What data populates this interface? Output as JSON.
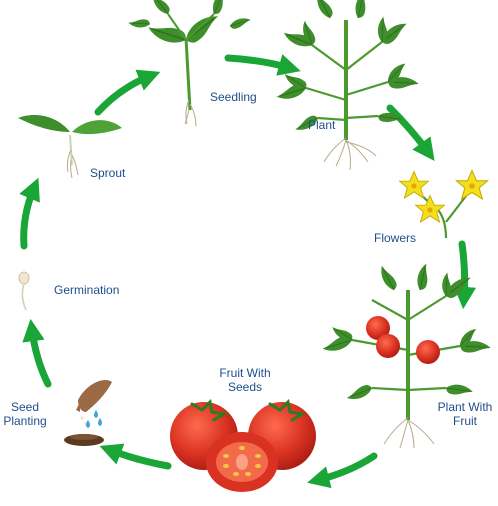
{
  "stages": [
    {
      "id": "seedling",
      "label": "Seedling"
    },
    {
      "id": "plant",
      "label": "Plant"
    },
    {
      "id": "flowers",
      "label": "Flowers"
    },
    {
      "id": "plant_with_fruit",
      "label_line1": "Plant With",
      "label_line2": "Fruit"
    },
    {
      "id": "fruit_with_seeds",
      "label_line1": "Fruit With",
      "label_line2": "Seeds"
    },
    {
      "id": "seed_planting",
      "label_line1": "Seed",
      "label_line2": "Planting"
    },
    {
      "id": "germination",
      "label": "Germination"
    },
    {
      "id": "sprout",
      "label": "Sprout"
    }
  ],
  "colors": {
    "arrow": "#1aa537",
    "leaf": "#3e8f2b",
    "leaf_dark": "#2c6e1f",
    "stem": "#4c9a2f",
    "root": "#b9a98c",
    "flower": "#f3e01a",
    "tomato": "#d93222",
    "tomato_dark": "#a81b12",
    "label": "#1f4e8c"
  }
}
